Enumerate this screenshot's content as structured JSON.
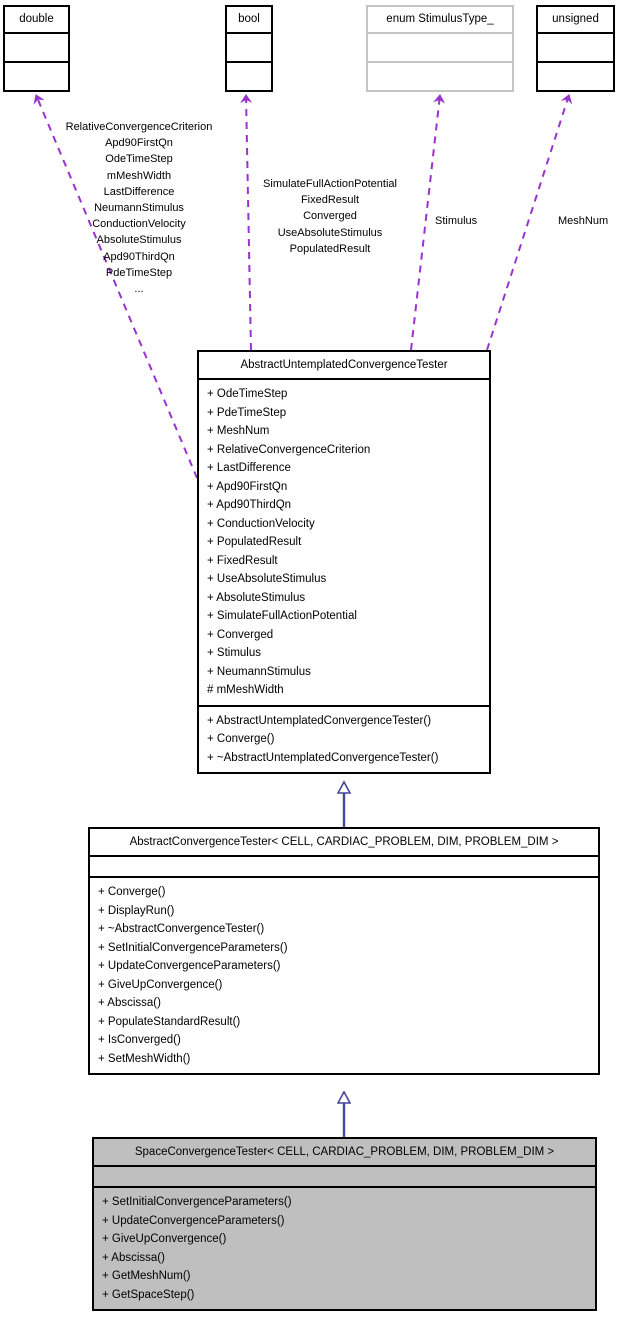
{
  "diagram": {
    "kind": "uml-class-inheritance-collaboration-diagram",
    "colors": {
      "usage_edge": "#9a32cd",
      "inheritance_edge": "#464699",
      "box_border": "#000000",
      "faded_box_border": "#c4c4c4",
      "highlight_fill": "#bfbfbf",
      "background": "#ffffff"
    }
  },
  "type_stubs": [
    {
      "name": "double",
      "faded": false
    },
    {
      "name": "bool",
      "faded": false
    },
    {
      "name": "enum StimulusType_",
      "faded": true
    },
    {
      "name": "unsigned",
      "faded": false
    }
  ],
  "edge_labels": {
    "double_members": [
      "RelativeConvergenceCriterion",
      "Apd90FirstQn",
      "OdeTimeStep",
      "mMeshWidth",
      "LastDifference",
      "NeumannStimulus",
      "ConductionVelocity",
      "AbsoluteStimulus",
      "Apd90ThirdQn",
      "PdeTimeStep",
      "..."
    ],
    "bool_members": [
      "SimulateFullActionPotential",
      "FixedResult",
      "Converged",
      "UseAbsoluteStimulus",
      "PopulatedResult"
    ],
    "stimulus_member": "Stimulus",
    "unsigned_member": "MeshNum"
  },
  "classes": [
    {
      "id": "abstract-untemplated-convergence-tester",
      "title": "AbstractUntemplatedConvergenceTester",
      "highlighted": false,
      "attributes": [
        "+ OdeTimeStep",
        "+ PdeTimeStep",
        "+ MeshNum",
        "+ RelativeConvergenceCriterion",
        "+ LastDifference",
        "+ Apd90FirstQn",
        "+ Apd90ThirdQn",
        "+ ConductionVelocity",
        "+ PopulatedResult",
        "+ FixedResult",
        "+ UseAbsoluteStimulus",
        "+ AbsoluteStimulus",
        "+ SimulateFullActionPotential",
        "+ Converged",
        "+ Stimulus",
        "+ NeumannStimulus",
        "# mMeshWidth"
      ],
      "operations": [
        "+ AbstractUntemplatedConvergenceTester()",
        "+ Converge()",
        "+ ~AbstractUntemplatedConvergenceTester()"
      ]
    },
    {
      "id": "abstract-convergence-tester",
      "title": "AbstractConvergenceTester< CELL, CARDIAC_PROBLEM, DIM, PROBLEM_DIM >",
      "highlighted": false,
      "attributes": [],
      "operations": [
        "+ Converge()",
        "+ DisplayRun()",
        "+ ~AbstractConvergenceTester()",
        "+ SetInitialConvergenceParameters()",
        "+ UpdateConvergenceParameters()",
        "+ GiveUpConvergence()",
        "+ Abscissa()",
        "+ PopulateStandardResult()",
        "+ IsConverged()",
        "+ SetMeshWidth()"
      ]
    },
    {
      "id": "space-convergence-tester",
      "title": "SpaceConvergenceTester< CELL, CARDIAC_PROBLEM, DIM, PROBLEM_DIM >",
      "highlighted": true,
      "attributes": [],
      "operations": [
        "+ SetInitialConvergenceParameters()",
        "+ UpdateConvergenceParameters()",
        "+ GiveUpConvergence()",
        "+ Abscissa()",
        "+ GetMeshNum()",
        "+ GetSpaceStep()"
      ]
    }
  ]
}
